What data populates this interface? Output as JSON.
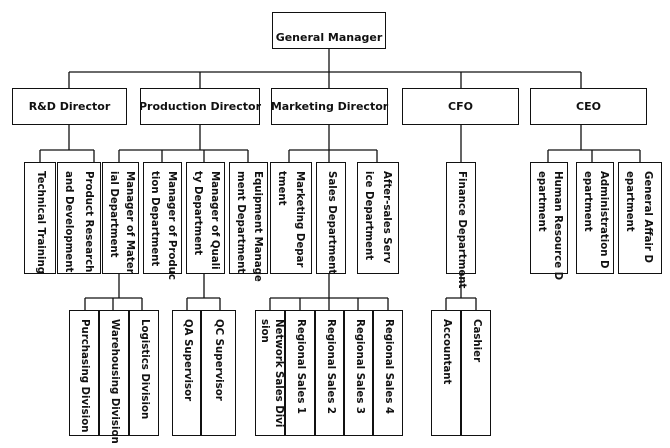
{
  "general_manager": "General Manager",
  "level2": [
    "R&D Director",
    "Production Director",
    "Marketing Director",
    "CFO",
    "CEO"
  ],
  "rd": {
    "technical_training": "Technical Training",
    "product_rd": [
      "Product Research",
      "and Development"
    ]
  },
  "production": {
    "materials": [
      "Manager of Mater",
      "ial Department"
    ],
    "production_dept": [
      "Manager of Produc",
      "tion Department"
    ],
    "quality": [
      "Manager of Quali",
      "ty Department"
    ],
    "equipment": [
      "Equipment Manage",
      "ment Department"
    ]
  },
  "marketing": {
    "marketing_dept": [
      "Marketing Depar",
      "tment"
    ],
    "sales_dept": "Sales Department",
    "after_sales": [
      "After-sales Serv",
      "ice Department"
    ]
  },
  "cfo": {
    "finance_dept": "Finance Department"
  },
  "ceo": {
    "hr": [
      "Human Resource D",
      "epartment"
    ],
    "admin": [
      "Administration D",
      "epartment"
    ],
    "general_affair": [
      "General Affair D",
      "epartment"
    ]
  },
  "materials_sub": {
    "purchasing": "Purchasing Division",
    "warehousing": "Warehousing Division",
    "logistics": "Logistics Division"
  },
  "quality_sub": {
    "qa": "QA Supervisor",
    "qc": "QC Supervisor"
  },
  "sales_sub": {
    "network": [
      "Network Sales Divi",
      "sion"
    ],
    "regional1": "Regional Sales 1",
    "regional2": "Regional Sales 2",
    "regional3": "Regional Sales 3",
    "regional4": "Regional Sales 4"
  },
  "finance_sub": {
    "accountant": "Accountant",
    "cashier": "Cashier"
  }
}
